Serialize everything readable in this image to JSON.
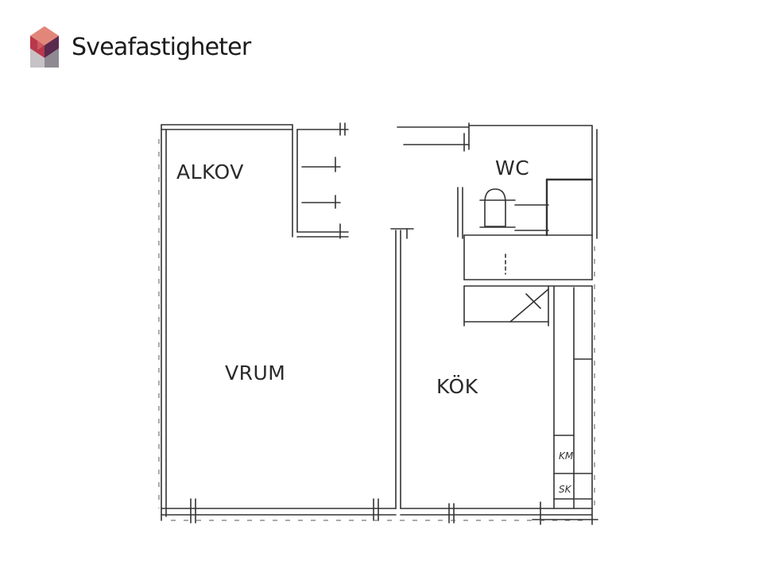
{
  "brand": {
    "name": "Sveafastigheter",
    "logo_colors": [
      "#e3867a",
      "#b9384a",
      "#5a2a4e",
      "#c7c2c6",
      "#8f8a92"
    ]
  },
  "floorplan": {
    "rooms": {
      "alkov": "ALKOV",
      "vrum": "VRUM",
      "wc": "WC",
      "kok": "KÖK"
    },
    "fixtures": {
      "km": "KM",
      "sk": "SK"
    },
    "line_color": "#333333"
  }
}
